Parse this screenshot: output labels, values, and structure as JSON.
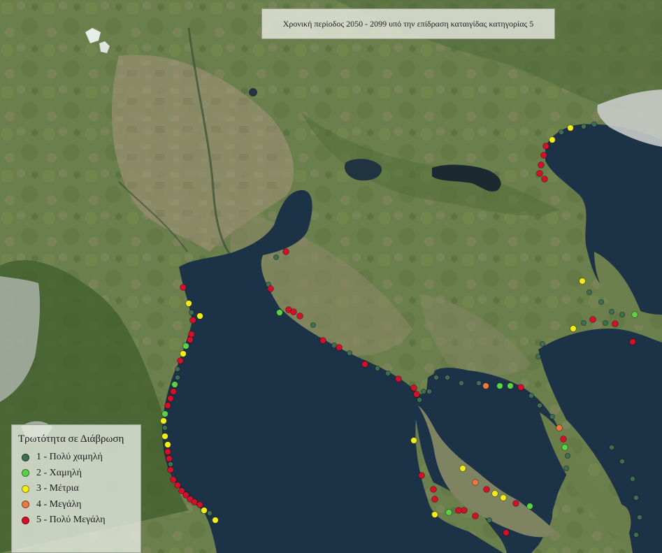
{
  "map": {
    "title": "Χρονική περίοδος 2050 - 2099 υπό την επίδραση καταιγίδας κατηγορίας 5"
  },
  "legend": {
    "title": "Τρωτότητα σε Διάβρωση",
    "items": [
      {
        "label": "1 - Πολύ χαμηλή",
        "color": "#3f6e55",
        "class": 1
      },
      {
        "label": "2 - Χαμηλή",
        "color": "#5bd245",
        "class": 2
      },
      {
        "label": "3 - Μέτρια",
        "color": "#f2ec1b",
        "class": 3
      },
      {
        "label": "4 -  Μεγάλη",
        "color": "#ea7a3c",
        "class": 4
      },
      {
        "label": "5 - Πολύ Μεγάλη",
        "color": "#d3102a",
        "class": 5
      }
    ]
  },
  "colors": {
    "sea": "#1d3347",
    "land_green": "#5f7a43",
    "land_brown": "#8b8766",
    "mountain_dark": "#3e5a2c"
  }
}
